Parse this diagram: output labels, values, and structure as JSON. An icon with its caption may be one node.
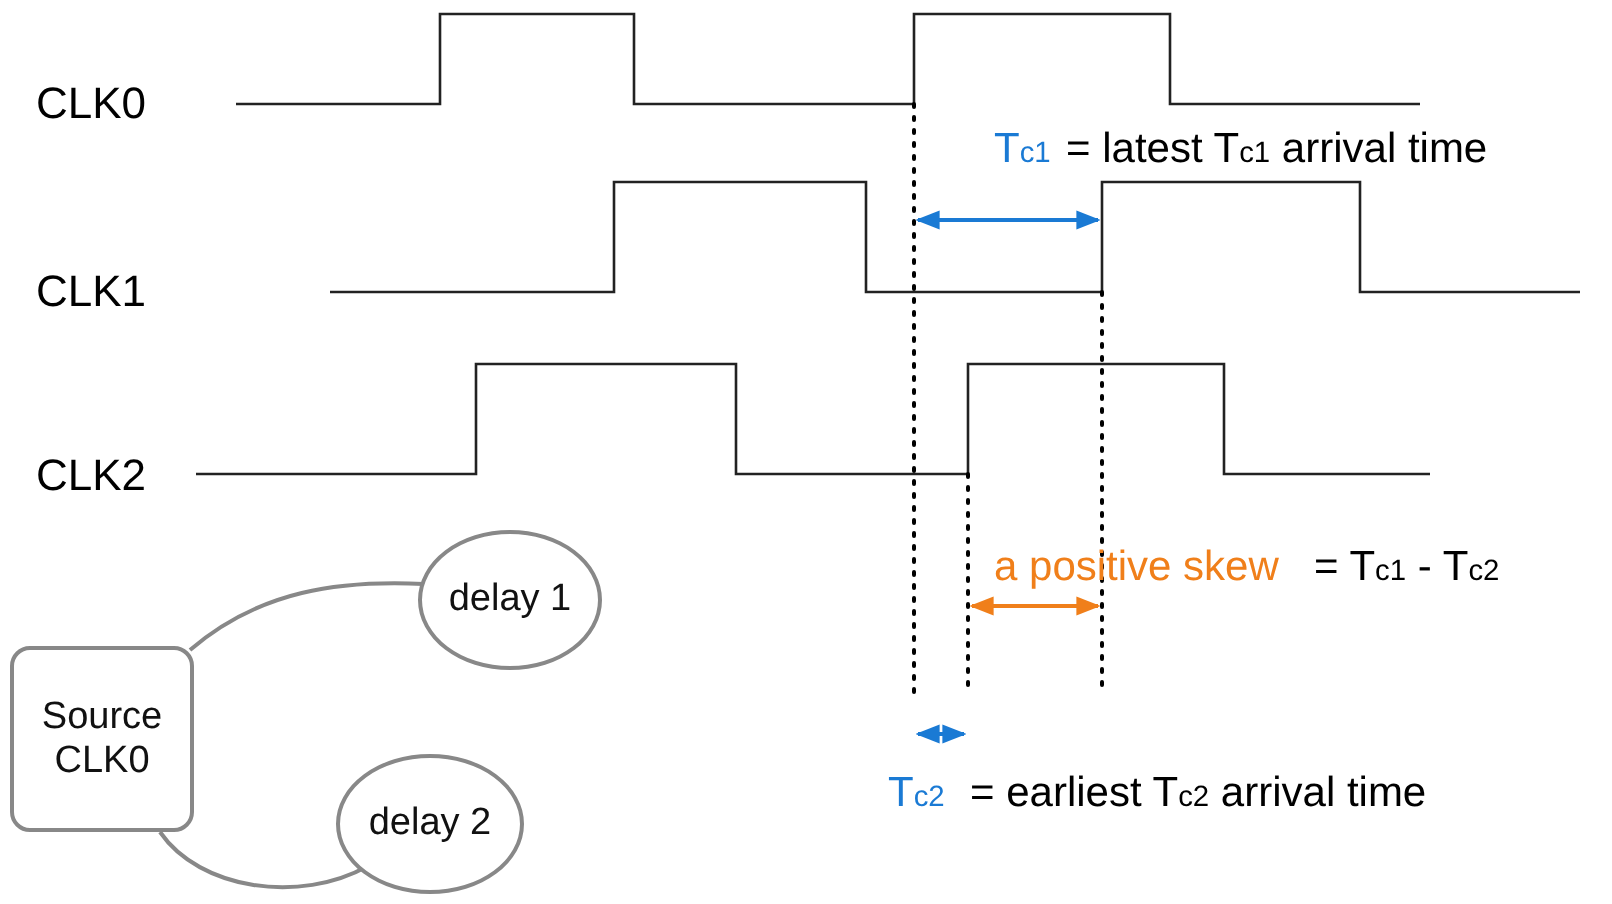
{
  "diagram": {
    "nodes": [
      {
        "text": [
          "Source CLK0"
        ]
      },
      {
        "text": [
          "delay 1"
        ]
      },
      {
        "text": [
          "delay 2"
        ]
      }
    ],
    "edges": [
      {
        "from": 0,
        "to": 1,
        "arrow": "none"
      },
      {
        "from": 0,
        "to": 2,
        "arrow": "none"
      }
    ],
    "labels": [
      "CLK0",
      "T$_{c1}$",
      "= latest T$_{c1}$ arrival time",
      "CLK1",
      "CLK2",
      "a positive skew",
      "= T$_{c1}$ - T$_{c2}$",
      "T$_{c2}$",
      "= earliest T$_{c2}$ arrival time"
    ]
  }
}
